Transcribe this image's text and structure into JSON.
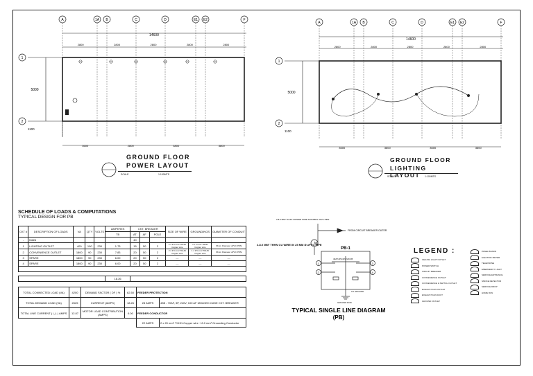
{
  "power_plan": {
    "grid_top": [
      "A",
      "1A",
      "B",
      "C",
      "D",
      "E1",
      "E2",
      "F"
    ],
    "grid_left": [
      "1",
      "2"
    ],
    "overall_dim": "14600",
    "top_dims": [
      "2800",
      "2800",
      "2800",
      "2800",
      "2800"
    ],
    "side_dim": "5000",
    "small_dim": "1100",
    "bottom_dims": [
      "3600",
      "2800",
      "3800",
      "3800"
    ],
    "title_line1": "GROUND FLOOR",
    "title_line2": "POWER LAYOUT",
    "scale_label": "SCALE",
    "scale_value": "1:100MTS"
  },
  "lighting_plan": {
    "grid_top": [
      "A",
      "1A",
      "B",
      "C",
      "D",
      "E1",
      "E2",
      "F"
    ],
    "grid_left": [
      "1",
      "2"
    ],
    "overall_dim": "14600",
    "top_dims": [
      "2800",
      "2800",
      "2800",
      "2800",
      "2800"
    ],
    "side_dim": "5000",
    "small_dim": "1100",
    "bottom_dims": [
      "3600",
      "3600",
      "3600",
      "3600"
    ],
    "title_line1": "GROUND FLOOR",
    "title_line2": "LIGHTING LAYOUT",
    "scale_label": "SCALE",
    "scale_value": "1:100MTS"
  },
  "schedule": {
    "title": "SCHEDULE OF LOADS & COMPUTATIONS",
    "subtitle": "TYPICAL DESIGN FOR PB",
    "headers": [
      "CKT #",
      "DESCRIPTION OF LOADS",
      "VA",
      "QTY",
      "VOLTS",
      "AMPERES",
      "CKT. BREAKER",
      "SIZE OF WIRE",
      "GROUNDINGS",
      "DIAMETER OF CONDUIT"
    ],
    "sub_headers": [
      "TB",
      "AT",
      "AF",
      "POLE"
    ],
    "rows": [
      [
        "-",
        "MAIN",
        "",
        "",
        "",
        "",
        "40",
        "",
        "",
        "",
        "",
        "",
        ""
      ],
      [
        "1",
        "LIGHTING OUTLET",
        "400",
        "100",
        "230",
        "1.73",
        "15",
        "50",
        "2",
        "2 x 3.5 mm² THHN Copper wire",
        "1 x 2 mm² THHN Copper wire",
        "15mm Diameter uPVC PIPE"
      ],
      [
        "2",
        "CONVENIENCE OUTLET",
        "1800",
        "90",
        "230",
        "7.83",
        "20",
        "50",
        "2",
        "2 x 3.5 mm² THHN Copper wire",
        "1 x 3.5 mm² THHN Copper wire",
        "15mm Diameter uPVC PIPE"
      ],
      [
        "3",
        "SPARE",
        "1800",
        "90",
        "230",
        "6.00",
        "20",
        "50",
        "2",
        "----",
        "----",
        "----"
      ],
      [
        "4",
        "SPARE",
        "1800",
        "90",
        "230",
        "6.00",
        "20",
        "50",
        "2",
        "----",
        "----",
        "----"
      ]
    ],
    "total_amperes": "18.26",
    "summary": [
      {
        "label": "TOTAL CONNECTED LOAD (VA)",
        "value": "4200"
      },
      {
        "label": "TOTAL DEMAND LOAD (VA)",
        "value": "2625"
      },
      {
        "label": "TOTAL LINE CURRENT ( I_L ) AMPS",
        "value": "12.87"
      }
    ],
    "mid": [
      {
        "label": "DEMAND FACTOR ( DF ) %",
        "value": "62.50"
      },
      {
        "label": "CURRENT (AMPS)",
        "value": "18.26"
      },
      {
        "label": "MOTOR LOAD CONTRIBUTION (AMPS)",
        "value": "6.00"
      }
    ],
    "feeder_protection_label": "FEEDER PROTECTION",
    "feeder_protection_amps": "28 AMPS",
    "feeder_protection_desc": "43B - 70AF, 3P, 240V, 100 AF MOLDED CASE CKT. BREAKER",
    "feeder_conductor_label": "FEEDER CONDUCTOR",
    "feeder_conductor_amps": "22 AMPS",
    "feeder_conductor_desc": "2 x 20 mm² THHN Copper wire + 8.0 mm² Grounding Conductor"
  },
  "single_line": {
    "pb_label": "PB-1",
    "from_circuit": "FROM CIRCUIT BREAKER OUTER",
    "wire_spec": "2-8.0 MM² THHN CU WIRE IN 25 MM Ø uPVC PIPE",
    "top_note": "2-8.0 MM² THHN COPPER WIRE SUITABLE uPVC PIPE",
    "main_breaker": "40AT,2P,240V MCCB",
    "ground_label": "GROUND ROD",
    "bus_label": "TO GROUND",
    "title": "TYPICAL SINGLE LINE DIAGRAM",
    "subtitle": "(PB)",
    "circuits": [
      "1",
      "2",
      "3",
      "4"
    ]
  },
  "legend": {
    "title": "LEGEND :",
    "left_items": [
      "CEILING LIGHT OUTLET",
      "POWER SWITCH",
      "CIRCUIT BREAKER",
      "CONVENIENCE OUTLET",
      "CONVENIENCE & SWITCH OUTLET",
      "EXHAUST FAN OUTLET",
      "EXHAUST FAN DUCT",
      "GROUND OUTLET"
    ],
    "right_items": [
      "PANEL BOARD",
      "ELECTRIC METER",
      "TELEPHONE",
      "EMERGENCY LIGHT",
      "SERVICE ENTRANCE",
      "SMOKE DETECTOR",
      "SERVICE DROP",
      "HOME RUN"
    ]
  }
}
